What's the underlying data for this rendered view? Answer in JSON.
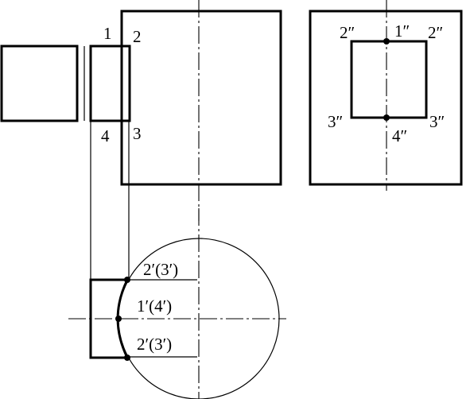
{
  "views": {
    "front": {
      "labels": {
        "p1": "1",
        "p2": "2",
        "p3": "3",
        "p4": "4"
      }
    },
    "side": {
      "labels": {
        "p1": "1″",
        "p2_left": "2″",
        "p2_right": "2″",
        "p3_left": "3″",
        "p3_right": "3″",
        "p4": "4″"
      }
    },
    "top": {
      "labels": {
        "p2_3_upper": "2′(3′)",
        "p1_4": "1′(4′)",
        "p2_3_lower": "2′(3′)"
      }
    }
  }
}
